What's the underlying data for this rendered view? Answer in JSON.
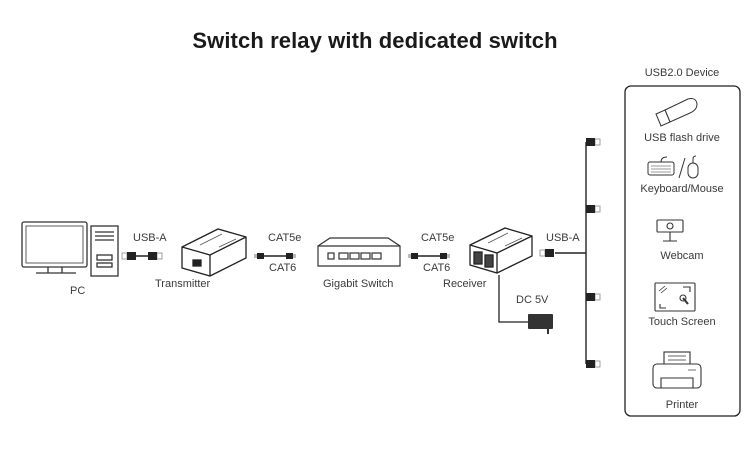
{
  "title": "Switch relay with dedicated switch",
  "nodes": {
    "pc": "PC",
    "transmitter": "Transmitter",
    "switch": "Gigabit Switch",
    "receiver": "Receiver",
    "power": "DC 5V"
  },
  "links": {
    "pc_tx": "USB-A",
    "tx_switch_top": "CAT5e",
    "tx_switch_bottom": "CAT6",
    "switch_rx_top": "CAT5e",
    "switch_rx_bottom": "CAT6",
    "rx_devices": "USB-A"
  },
  "device_panel": {
    "heading": "USB2.0 Device",
    "items": [
      {
        "label": "USB flash drive",
        "icon": "usb-flash-drive-icon"
      },
      {
        "label": "Keyboard/Mouse",
        "icon": "keyboard-mouse-icon"
      },
      {
        "label": "Webcam",
        "icon": "webcam-icon"
      },
      {
        "label": "Touch Screen",
        "icon": "touch-screen-icon"
      },
      {
        "label": "Printer",
        "icon": "printer-icon"
      }
    ]
  }
}
